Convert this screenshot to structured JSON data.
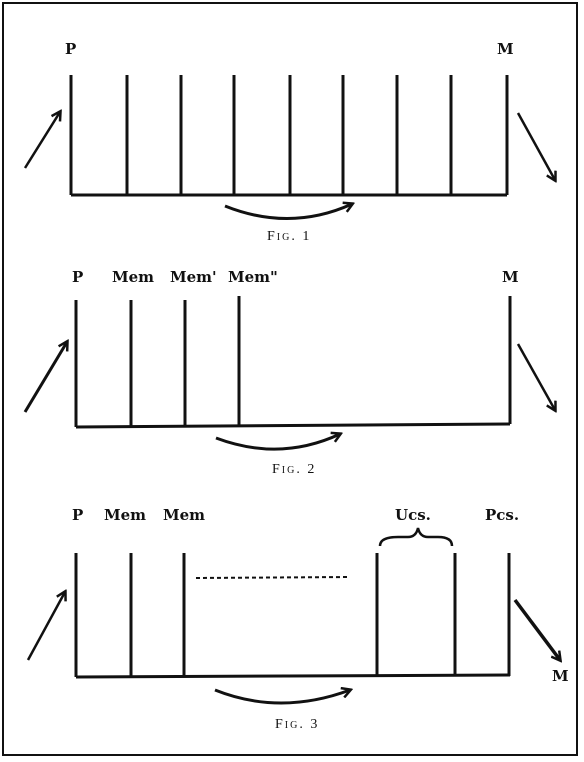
{
  "fig1": {
    "caption": "Fig. 1",
    "label_left": "P",
    "label_right": "M"
  },
  "fig2": {
    "caption": "Fig. 2",
    "label_left": "P",
    "label_mem1": "Mem",
    "label_mem2": "Mem'",
    "label_mem3": "Mem\"",
    "label_right": "M"
  },
  "fig3": {
    "caption": "Fig. 3",
    "label_left": "P",
    "label_mem1": "Mem",
    "label_mem2": "Mem",
    "label_ucs": "Ucs.",
    "label_pcs": "Pcs.",
    "label_out": "M"
  }
}
